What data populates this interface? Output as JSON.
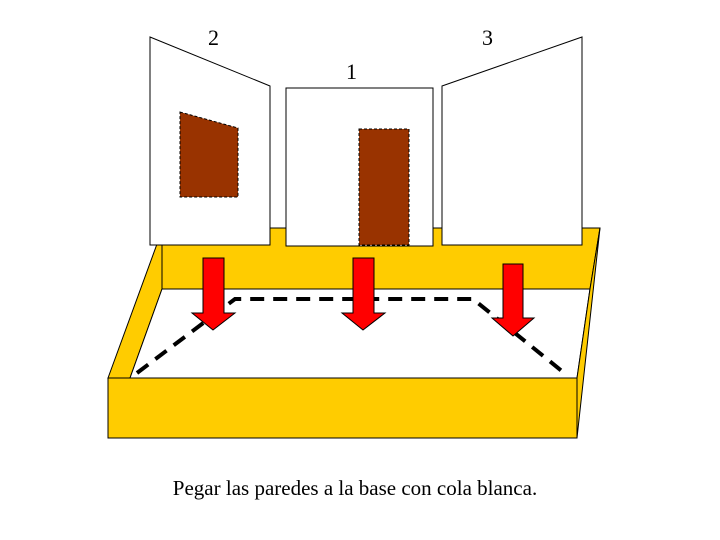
{
  "labels": {
    "wall_2": "2",
    "wall_1": "1",
    "wall_3": "3"
  },
  "caption": "Pegar las paredes a la base con cola blanca.",
  "colors": {
    "base": "#FFCC00",
    "door_window": "#993300",
    "arrow": "#FF0000",
    "wall": "#FFFFFF"
  }
}
